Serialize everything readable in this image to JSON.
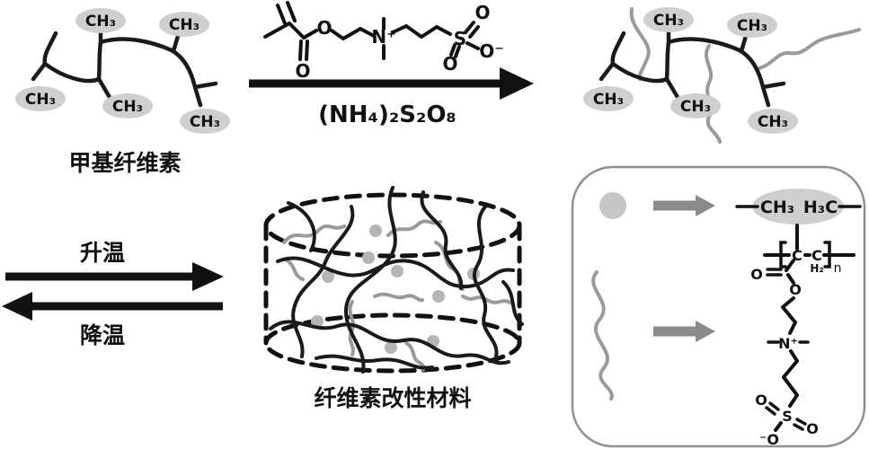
{
  "colors": {
    "line_black": "#1a1a1a",
    "chain_gray": "#9a9a9a",
    "highlight_gray": "#cfcfcf",
    "arrow_gray": "#8a8a8a",
    "junction_dot_gray": "#b5b5b5",
    "legend_border_gray": "#909090",
    "background": "#ffffff"
  },
  "reactant": {
    "name": "甲基纤维素",
    "methyl": "CH₃"
  },
  "monomer": {
    "ester_o": "O",
    "carbonyl_o": "O",
    "ammonium_n": "N⁺",
    "sulfur": "S",
    "sulfonate_o_top": "O",
    "sulfonate_o_bottom": "O",
    "sulfonate_o_minus": "O⁻"
  },
  "reaction": {
    "initiator": "(NH₄)₂S₂O₈"
  },
  "graft_product": {
    "methyl": "CH₃"
  },
  "equilibrium": {
    "forward": "升温",
    "reverse": "降温"
  },
  "hydrogel": {
    "name": "纤维素改性材料"
  },
  "legend": {
    "methyl_left": "CH₃",
    "methyl_right": "H₃C",
    "repeat_unit": {
      "c1": "C",
      "c2": "C",
      "h2": "H₂",
      "n": "n",
      "carbonyl_o": "O",
      "ester_o": "O",
      "ammonium_n": "N⁺",
      "sulfur": "S",
      "sulfonate_o_left": "O",
      "sulfonate_o_right": "O",
      "sulfonate_o_minus": "⁻O"
    }
  }
}
